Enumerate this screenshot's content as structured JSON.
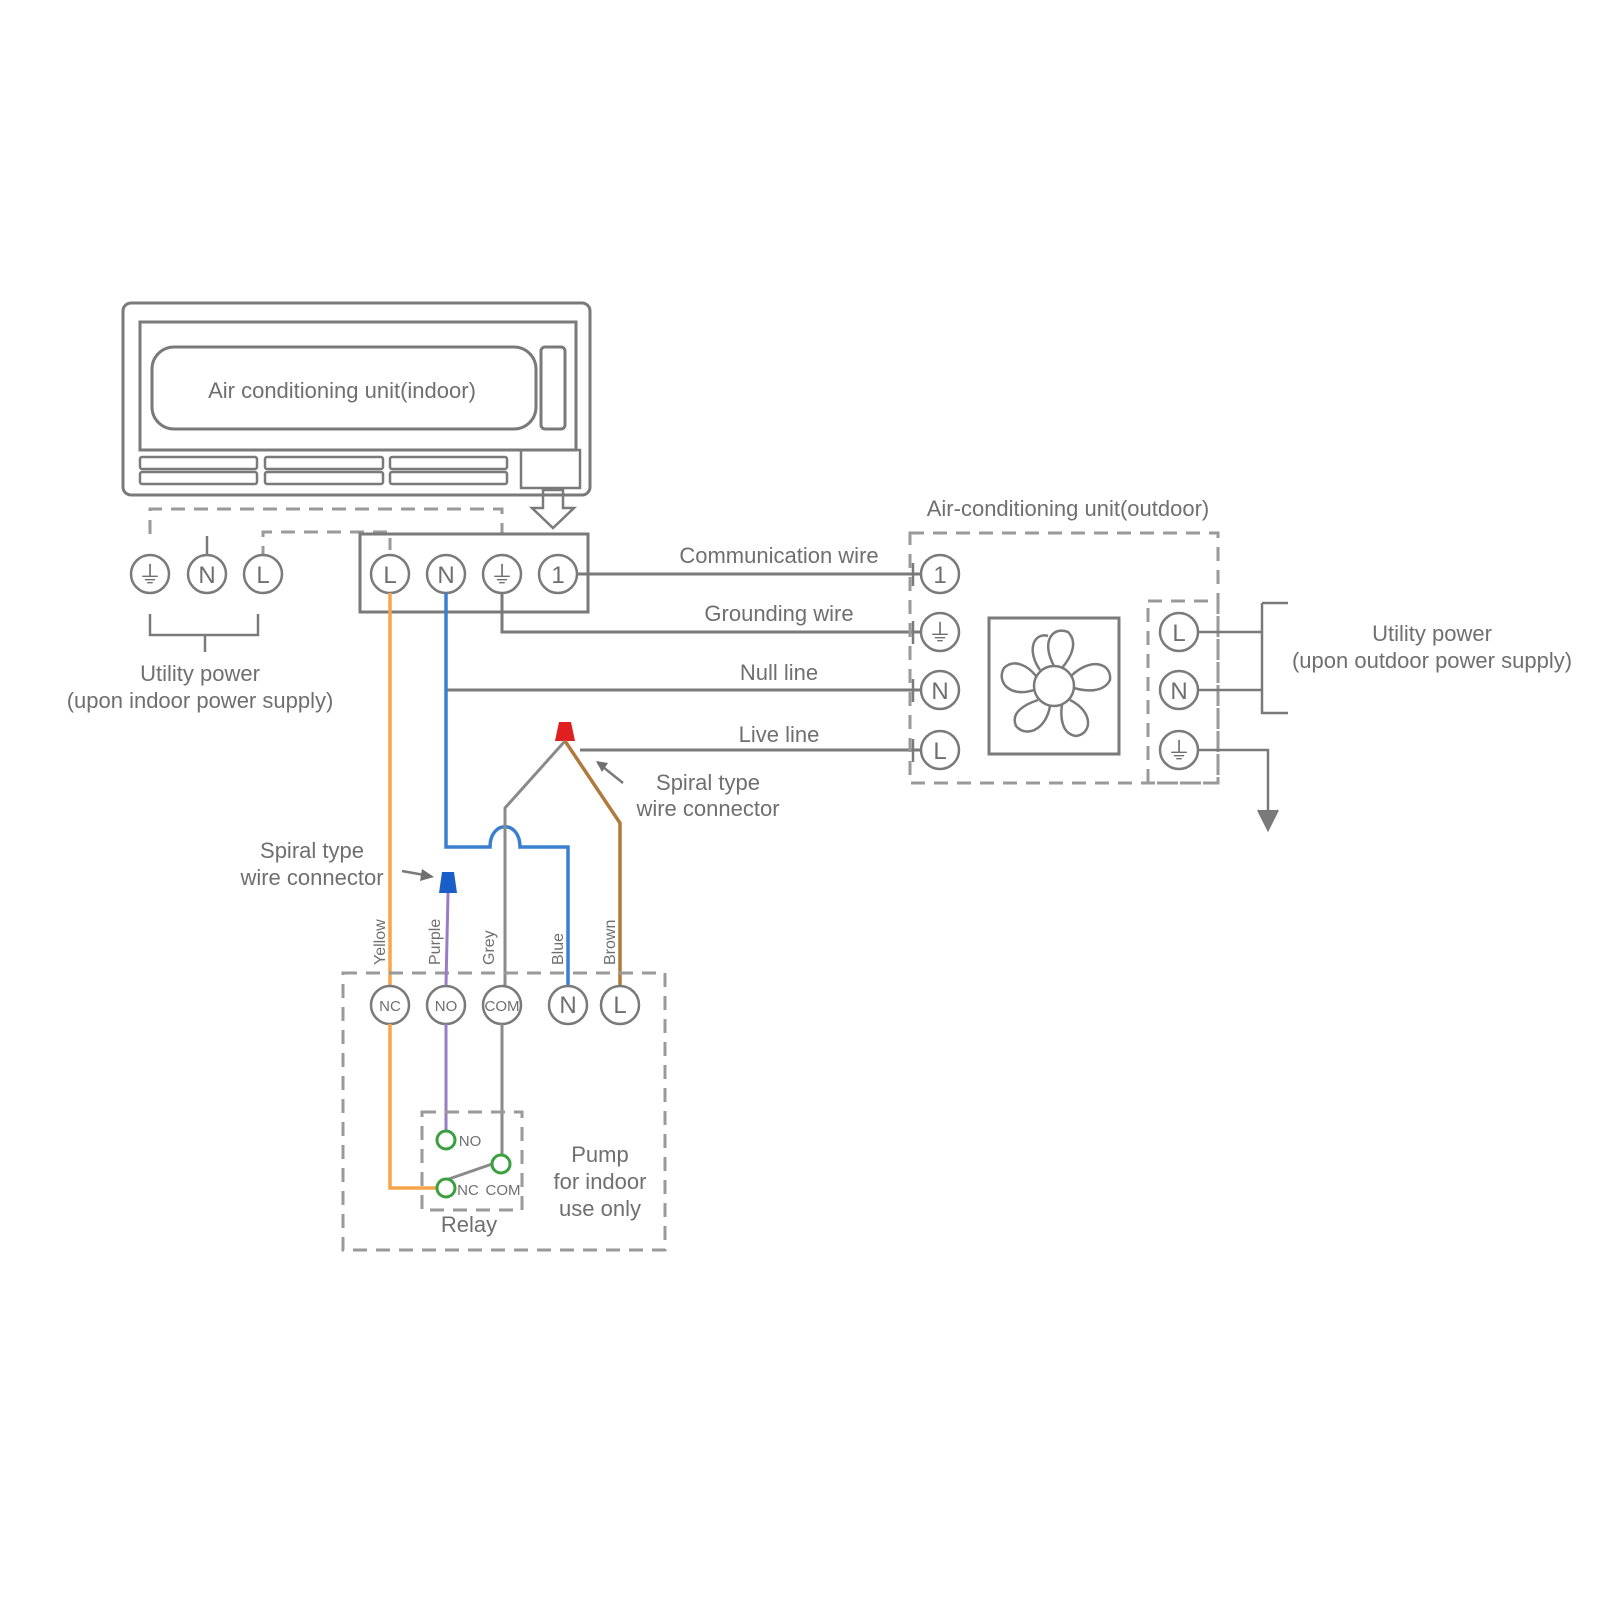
{
  "indoor_unit": {
    "label": "Air conditioning unit(indoor)"
  },
  "indoor_utility_terminals": [
    "⏚",
    "N",
    "L"
  ],
  "indoor_utility_label": {
    "line1": "Utility power",
    "line2": "(upon indoor power supply)"
  },
  "indoor_block_terminals": [
    "L",
    "N",
    "⏚",
    "1"
  ],
  "outdoor_unit": {
    "label": "Air-conditioning unit(outdoor)"
  },
  "outdoor_link_terminals": [
    "1",
    "⏚",
    "N",
    "L"
  ],
  "outdoor_supply_terminals": [
    "L",
    "N",
    "⏚"
  ],
  "outdoor_utility_label": {
    "line1": "Utility power",
    "line2": "(upon outdoor power supply)"
  },
  "wires": {
    "communication": "Communication wire",
    "grounding": "Grounding wire",
    "null": "Null line",
    "live": "Live line"
  },
  "connector_left": {
    "line1": "Spiral type",
    "line2": "wire connector"
  },
  "connector_right": {
    "line1": "Spiral type",
    "line2": "wire connector"
  },
  "wire_colors": [
    "Yellow",
    "Purple",
    "Grey",
    "Blue",
    "Brown"
  ],
  "pump_terminals": [
    "NC",
    "NO",
    "COM",
    "N",
    "L"
  ],
  "relay": {
    "label": "Relay",
    "no": "NO",
    "nc": "NC",
    "com": "COM"
  },
  "pump_label": {
    "line1": "Pump",
    "line2": "for indoor",
    "line3": "use only"
  },
  "colors": {
    "yellow_wire": "#f5a64a",
    "blue_wire": "#3a7fd0",
    "purple_wire": "#9a7cc4",
    "grey_wire": "#8a8a8a",
    "brown_wire": "#b07a3c",
    "red_connector": "#e02020",
    "blue_connector": "#1a5fc8",
    "relay_contact": "#3aa040"
  }
}
